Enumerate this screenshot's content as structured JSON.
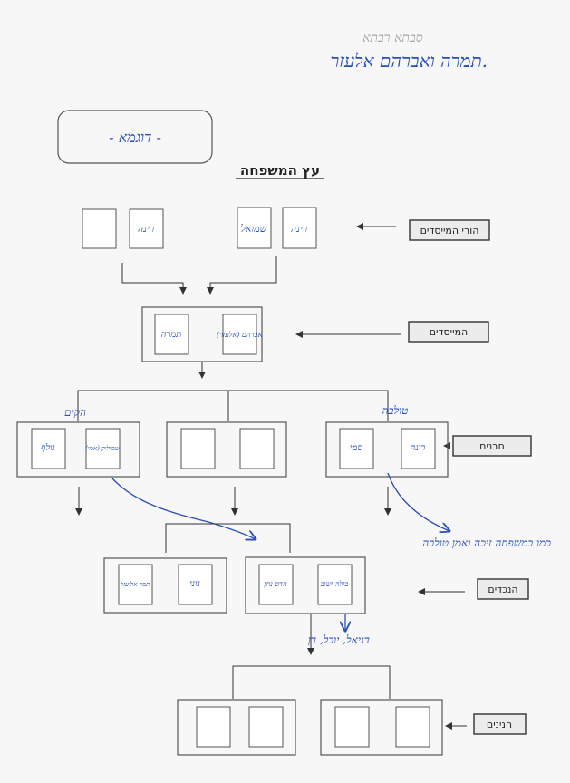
{
  "header": {
    "names_line": "תמרה ואברהם אלעזר.",
    "pencil_note": "סבתא רבתא"
  },
  "example_label": "- דוגמא -",
  "title": "עץ המשפחה",
  "row_labels": {
    "founders_parents": "הורי המייסדים",
    "founders": "המייסדים",
    "children": "חבנים",
    "grandchildren": "הנכדים",
    "great_grandchildren": "הנינים"
  },
  "names": {
    "rina_1": "רינה",
    "shmuel": "שמואל",
    "rina_2": "רינה",
    "avraham": "אברהם (אלעזר)",
    "tamara": "תמרה",
    "rina_3": "רינה",
    "sami": "סמי",
    "tulba": "טולבה",
    "shmulik": "שמוליק (אמי)",
    "golf": "גולף",
    "hakim": "הקים",
    "bila_yishuv": "בילה ישוב",
    "hadas_nathan": "הדס נתן",
    "noni": "נוני",
    "tamar_eliezer": "תמר אליעזר",
    "children_list": "דניאל, יובל, דן"
  },
  "notes": {
    "married_into": "כמו במשפחה זיכה ואמן טולבה"
  },
  "colors": {
    "ink_blue": "#2a4fb5",
    "box_border": "#555555",
    "label_fill": "#ececec"
  }
}
